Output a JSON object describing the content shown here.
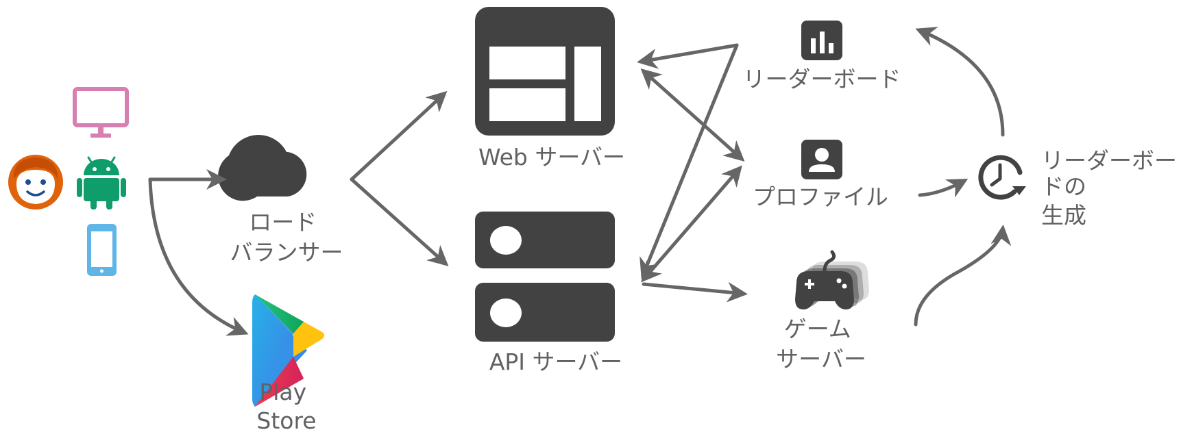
{
  "colors": {
    "dark": "#424242",
    "arrow": "#666666",
    "label": "#616161",
    "monitor": "#d77fb1",
    "android": "#0f9d6b",
    "phone": "#5eb5e6",
    "user": "#e0620a"
  },
  "nodes": {
    "load_balancer": {
      "lines": [
        "ロード",
        "バランサー"
      ],
      "icon": "cloud-icon"
    },
    "play_store": {
      "lines": [
        "Play",
        "Store"
      ],
      "icon": "play-store-icon"
    },
    "web_server": {
      "label": "Web サーバー",
      "icon": "web-layout-icon"
    },
    "api_server": {
      "label": "API サーバー",
      "icon": "server-stack-icon"
    },
    "leaderboard": {
      "label": "リーダーボード",
      "icon": "bar-chart-icon"
    },
    "profile": {
      "label": "プロファイル",
      "icon": "profile-icon"
    },
    "game_server": {
      "lines": [
        "ゲーム",
        "サーバー"
      ],
      "icon": "gamepad-icon"
    },
    "leaderboard_generation": {
      "lines": [
        "リーダーボー",
        "ドの",
        "生成"
      ],
      "icon": "clock-refresh-icon"
    }
  },
  "clients": {
    "user": "user-face-icon",
    "desktop": "monitor-icon",
    "android": "android-icon",
    "mobile": "phone-icon"
  }
}
